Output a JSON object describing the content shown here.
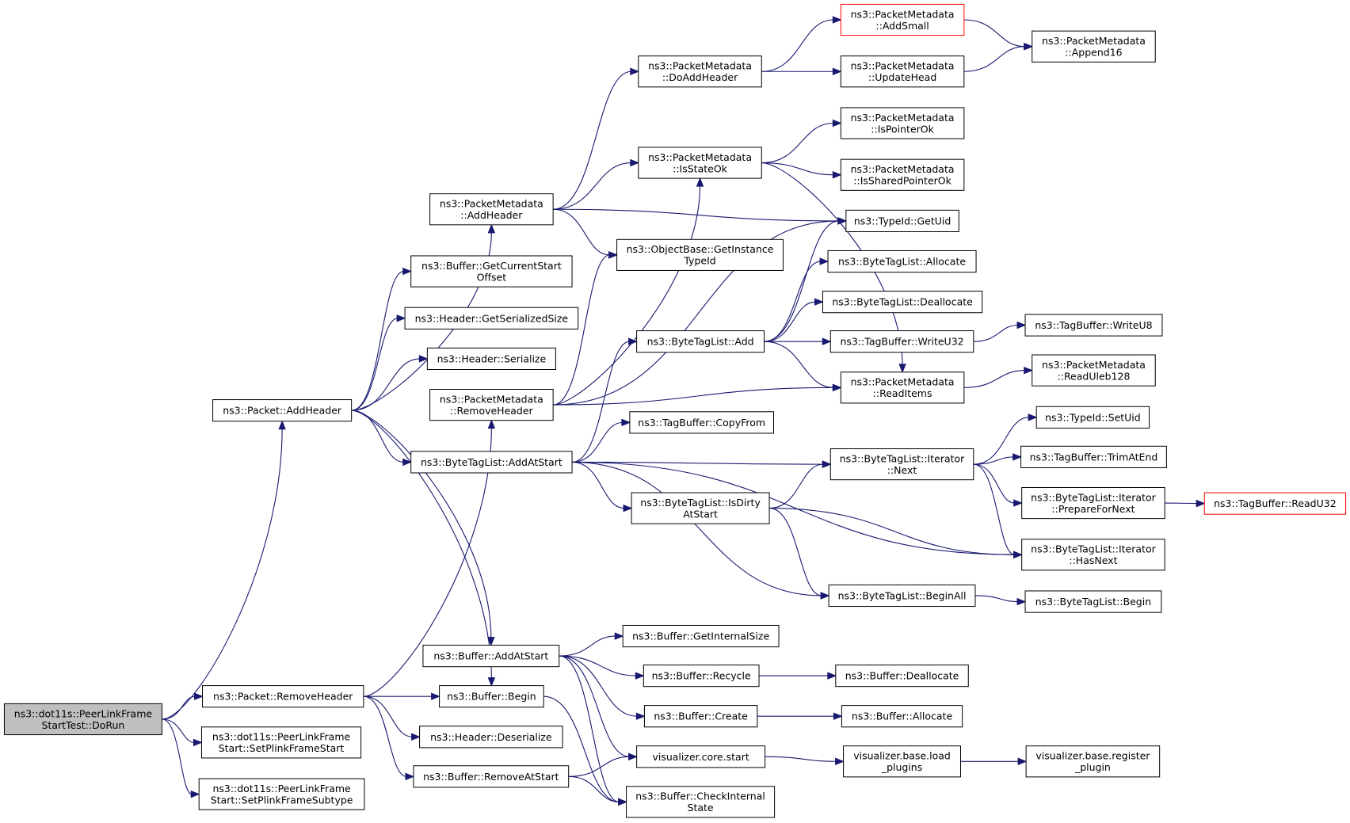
{
  "graph": {
    "edge_color": "#191970",
    "root_fill": "#bfbfbf",
    "truncated_border": "#ff0000",
    "nodes": [
      {
        "id": "dorun",
        "lines": [
          "ns3::dot11s::PeerLinkFrame",
          "StartTest::DoRun"
        ],
        "root": true
      },
      {
        "id": "pkt_addheader",
        "lines": [
          "ns3::Packet::AddHeader"
        ]
      },
      {
        "id": "pkt_removeheader",
        "lines": [
          "ns3::Packet::RemoveHeader"
        ]
      },
      {
        "id": "setplinkstart",
        "lines": [
          "ns3::dot11s::PeerLinkFrame",
          "Start::SetPlinkFrameStart"
        ]
      },
      {
        "id": "setplinksubtype",
        "lines": [
          "ns3::dot11s::PeerLinkFrame",
          "Start::SetPlinkFrameSubtype"
        ]
      },
      {
        "id": "pm_addheader",
        "lines": [
          "ns3::PacketMetadata",
          "::AddHeader"
        ]
      },
      {
        "id": "buf_getcurstart",
        "lines": [
          "ns3::Buffer::GetCurrentStart",
          "Offset"
        ]
      },
      {
        "id": "hdr_getsersize",
        "lines": [
          "ns3::Header::GetSerializedSize"
        ]
      },
      {
        "id": "hdr_serialize",
        "lines": [
          "ns3::Header::Serialize"
        ]
      },
      {
        "id": "pm_removeheader",
        "lines": [
          "ns3::PacketMetadata",
          "::RemoveHeader"
        ]
      },
      {
        "id": "btl_addatstart",
        "lines": [
          "ns3::ByteTagList::AddAtStart"
        ]
      },
      {
        "id": "buf_addatstart",
        "lines": [
          "ns3::Buffer::AddAtStart"
        ]
      },
      {
        "id": "buf_begin",
        "lines": [
          "ns3::Buffer::Begin"
        ]
      },
      {
        "id": "hdr_deserialize",
        "lines": [
          "ns3::Header::Deserialize"
        ]
      },
      {
        "id": "buf_removeatstart",
        "lines": [
          "ns3::Buffer::RemoveAtStart"
        ]
      },
      {
        "id": "pm_doaddheader",
        "lines": [
          "ns3::PacketMetadata",
          "::DoAddHeader"
        ]
      },
      {
        "id": "pm_isstateok",
        "lines": [
          "ns3::PacketMetadata",
          "::IsStateOk"
        ]
      },
      {
        "id": "ob_getinstance",
        "lines": [
          "ns3::ObjectBase::GetInstance",
          "TypeId"
        ]
      },
      {
        "id": "btl_add",
        "lines": [
          "ns3::ByteTagList::Add"
        ]
      },
      {
        "id": "tb_copyfrom",
        "lines": [
          "ns3::TagBuffer::CopyFrom"
        ]
      },
      {
        "id": "btl_isdirty",
        "lines": [
          "ns3::ByteTagList::IsDirty",
          "AtStart"
        ]
      },
      {
        "id": "buf_getinternalsize",
        "lines": [
          "ns3::Buffer::GetInternalSize"
        ]
      },
      {
        "id": "buf_recycle",
        "lines": [
          "ns3::Buffer::Recycle"
        ]
      },
      {
        "id": "buf_create",
        "lines": [
          "ns3::Buffer::Create"
        ]
      },
      {
        "id": "vis_core_start",
        "lines": [
          "visualizer.core.start"
        ]
      },
      {
        "id": "buf_checkinternal",
        "lines": [
          "ns3::Buffer::CheckInternal",
          "State"
        ]
      },
      {
        "id": "pm_addsmall",
        "lines": [
          "ns3::PacketMetadata",
          "::AddSmall"
        ],
        "truncated": true
      },
      {
        "id": "pm_updatehead",
        "lines": [
          "ns3::PacketMetadata",
          "::UpdateHead"
        ]
      },
      {
        "id": "pm_ispointerok",
        "lines": [
          "ns3::PacketMetadata",
          "::IsPointerOk"
        ]
      },
      {
        "id": "pm_issharedpointerok",
        "lines": [
          "ns3::PacketMetadata",
          "::IsSharedPointerOk"
        ]
      },
      {
        "id": "typeid_getuid",
        "lines": [
          "ns3::TypeId::GetUid"
        ]
      },
      {
        "id": "btl_allocate",
        "lines": [
          "ns3::ByteTagList::Allocate"
        ]
      },
      {
        "id": "btl_deallocate",
        "lines": [
          "ns3::ByteTagList::Deallocate"
        ]
      },
      {
        "id": "tb_writeu32",
        "lines": [
          "ns3::TagBuffer::WriteU32"
        ]
      },
      {
        "id": "pm_readitems",
        "lines": [
          "ns3::PacketMetadata",
          "::ReadItems"
        ]
      },
      {
        "id": "btli_next",
        "lines": [
          "ns3::ByteTagList::Iterator",
          "::Next"
        ]
      },
      {
        "id": "btl_beginall",
        "lines": [
          "ns3::ByteTagList::BeginAll"
        ]
      },
      {
        "id": "buf_deallocate",
        "lines": [
          "ns3::Buffer::Deallocate"
        ]
      },
      {
        "id": "buf_allocate",
        "lines": [
          "ns3::Buffer::Allocate"
        ]
      },
      {
        "id": "vis_base_load",
        "lines": [
          "visualizer.base.load",
          "_plugins"
        ]
      },
      {
        "id": "pm_append16",
        "lines": [
          "ns3::PacketMetadata",
          "::Append16"
        ]
      },
      {
        "id": "tb_writeu8",
        "lines": [
          "ns3::TagBuffer::WriteU8"
        ]
      },
      {
        "id": "pm_readuleb128",
        "lines": [
          "ns3::PacketMetadata",
          "::ReadUleb128"
        ]
      },
      {
        "id": "typeid_setuid",
        "lines": [
          "ns3::TypeId::SetUid"
        ]
      },
      {
        "id": "tb_trimatend",
        "lines": [
          "ns3::TagBuffer::TrimAtEnd"
        ]
      },
      {
        "id": "btli_prepare",
        "lines": [
          "ns3::ByteTagList::Iterator",
          "::PrepareForNext"
        ]
      },
      {
        "id": "btli_hasnext",
        "lines": [
          "ns3::ByteTagList::Iterator",
          "::HasNext"
        ]
      },
      {
        "id": "btl_begin",
        "lines": [
          "ns3::ByteTagList::Begin"
        ]
      },
      {
        "id": "vis_base_register",
        "lines": [
          "visualizer.base.register",
          "_plugin"
        ]
      },
      {
        "id": "tb_readu32",
        "lines": [
          "ns3::TagBuffer::ReadU32"
        ],
        "truncated": true
      }
    ],
    "edges": [
      [
        "dorun",
        "pkt_addheader"
      ],
      [
        "dorun",
        "pkt_removeheader"
      ],
      [
        "dorun",
        "setplinkstart"
      ],
      [
        "dorun",
        "setplinksubtype"
      ],
      [
        "pkt_addheader",
        "pm_addheader"
      ],
      [
        "pkt_addheader",
        "buf_getcurstart"
      ],
      [
        "pkt_addheader",
        "hdr_getsersize"
      ],
      [
        "pkt_addheader",
        "hdr_serialize"
      ],
      [
        "pkt_addheader",
        "btl_addatstart"
      ],
      [
        "pkt_addheader",
        "buf_addatstart"
      ],
      [
        "pkt_addheader",
        "buf_begin"
      ],
      [
        "pkt_removeheader",
        "pm_removeheader"
      ],
      [
        "pkt_removeheader",
        "buf_begin"
      ],
      [
        "pkt_removeheader",
        "hdr_deserialize"
      ],
      [
        "pkt_removeheader",
        "buf_removeatstart"
      ],
      [
        "pm_addheader",
        "pm_doaddheader"
      ],
      [
        "pm_addheader",
        "pm_isstateok"
      ],
      [
        "pm_addheader",
        "typeid_getuid"
      ],
      [
        "pm_addheader",
        "ob_getinstance"
      ],
      [
        "pm_removeheader",
        "pm_isstateok"
      ],
      [
        "pm_removeheader",
        "ob_getinstance"
      ],
      [
        "pm_removeheader",
        "typeid_getuid"
      ],
      [
        "pm_removeheader",
        "pm_readitems"
      ],
      [
        "btl_addatstart",
        "btl_add"
      ],
      [
        "btl_addatstart",
        "tb_copyfrom"
      ],
      [
        "btl_addatstart",
        "btli_next"
      ],
      [
        "btl_addatstart",
        "btl_isdirty"
      ],
      [
        "btl_addatstart",
        "btli_hasnext"
      ],
      [
        "btl_addatstart",
        "btl_beginall"
      ],
      [
        "buf_addatstart",
        "buf_getinternalsize"
      ],
      [
        "buf_addatstart",
        "buf_recycle"
      ],
      [
        "buf_addatstart",
        "buf_create"
      ],
      [
        "buf_addatstart",
        "vis_core_start"
      ],
      [
        "buf_addatstart",
        "buf_checkinternal"
      ],
      [
        "buf_begin",
        "buf_checkinternal"
      ],
      [
        "buf_removeatstart",
        "vis_core_start"
      ],
      [
        "buf_removeatstart",
        "buf_checkinternal"
      ],
      [
        "pm_doaddheader",
        "pm_addsmall"
      ],
      [
        "pm_doaddheader",
        "pm_updatehead"
      ],
      [
        "pm_addsmall",
        "pm_append16"
      ],
      [
        "pm_updatehead",
        "pm_append16"
      ],
      [
        "pm_isstateok",
        "pm_ispointerok"
      ],
      [
        "pm_isstateok",
        "pm_issharedpointerok"
      ],
      [
        "pm_isstateok",
        "pm_readitems"
      ],
      [
        "btl_add",
        "typeid_getuid"
      ],
      [
        "btl_add",
        "btl_allocate"
      ],
      [
        "btl_add",
        "btl_deallocate"
      ],
      [
        "btl_add",
        "tb_writeu32"
      ],
      [
        "btl_add",
        "pm_readitems"
      ],
      [
        "tb_writeu32",
        "tb_writeu8"
      ],
      [
        "pm_readitems",
        "pm_readuleb128"
      ],
      [
        "btl_isdirty",
        "btli_next"
      ],
      [
        "btl_isdirty",
        "btli_hasnext"
      ],
      [
        "btl_isdirty",
        "btl_beginall"
      ],
      [
        "btli_next",
        "typeid_setuid"
      ],
      [
        "btli_next",
        "tb_trimatend"
      ],
      [
        "btli_next",
        "btli_prepare"
      ],
      [
        "btli_next",
        "btli_hasnext"
      ],
      [
        "btli_prepare",
        "tb_readu32"
      ],
      [
        "btl_beginall",
        "btl_begin"
      ],
      [
        "buf_recycle",
        "buf_deallocate"
      ],
      [
        "buf_create",
        "buf_allocate"
      ],
      [
        "vis_core_start",
        "vis_base_load"
      ],
      [
        "vis_base_load",
        "vis_base_register"
      ]
    ]
  }
}
